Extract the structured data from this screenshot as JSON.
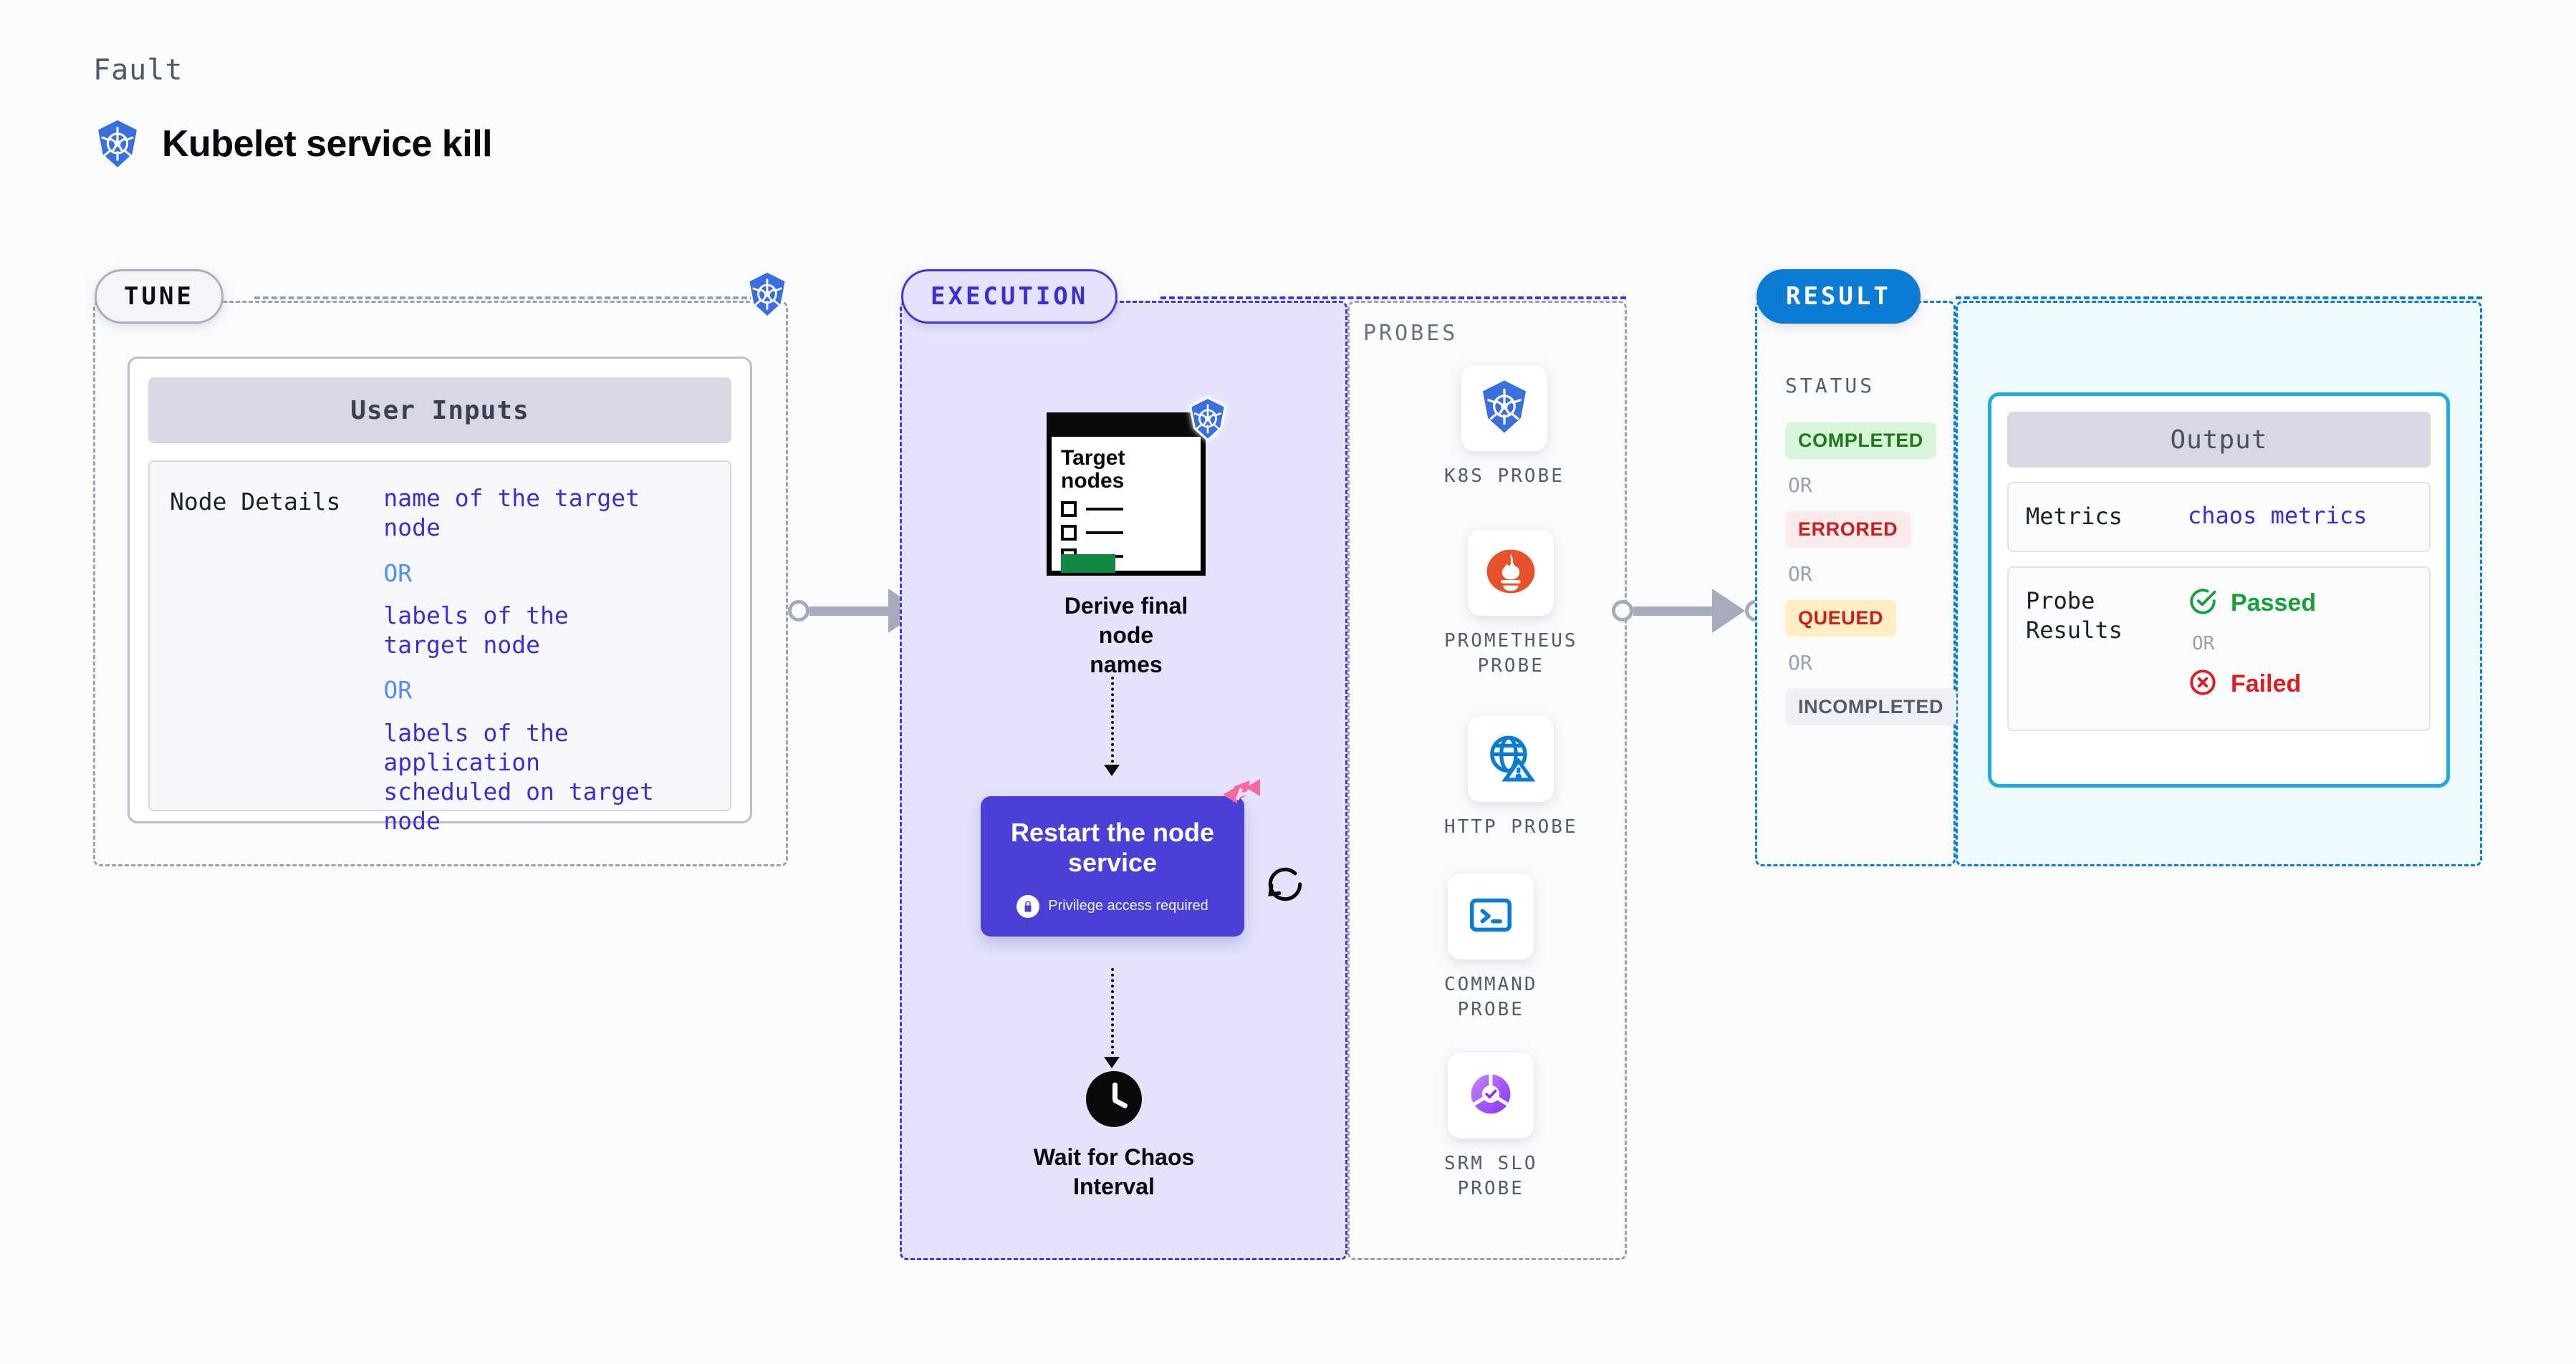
{
  "header": {
    "eyebrow": "Fault",
    "title": "Kubelet service kill",
    "icon": "kubernetes-icon"
  },
  "tune": {
    "pill_label": "TUNE",
    "corner_icon": "kubernetes-icon",
    "card": {
      "title": "User Inputs",
      "rows": [
        {
          "key": "Node Details",
          "values": [
            "name of the target",
            "node"
          ],
          "or_label": "OR",
          "values2": [
            "labels of the",
            "target node"
          ],
          "or_label2": "OR",
          "values3": [
            "labels of the application",
            " scheduled on target node"
          ]
        }
      ]
    }
  },
  "execution": {
    "pill_label": "EXECUTION",
    "steps": [
      {
        "caption": "Derive final node\nnames",
        "icon": "document-checklist-icon",
        "doc_title": "Target\nnodes",
        "badge": "kubernetes-icon"
      },
      {
        "caption": "Restart the node\nservice",
        "sub_label": "Privilege access required",
        "sub_icon": "lock-icon",
        "badge": "litmus-chaos-icon",
        "side_icon": "refresh-icon"
      },
      {
        "caption": "Wait for Chaos\nInterval",
        "icon": "clock-icon"
      }
    ]
  },
  "probes": {
    "label": "PROBES",
    "items": [
      {
        "name": "K8S  PROBE",
        "icon": "kubernetes-icon"
      },
      {
        "name": "PROMETHEUS\nPROBE",
        "icon": "prometheus-icon"
      },
      {
        "name": "HTTP  PROBE",
        "icon": "globe-warning-icon"
      },
      {
        "name": "COMMAND\nPROBE",
        "icon": "terminal-icon"
      },
      {
        "name": "SRM  SLO\nPROBE",
        "icon": "srm-slo-icon"
      }
    ]
  },
  "result": {
    "pill_label": "RESULT",
    "status_label": "STATUS",
    "or_label": "OR",
    "statuses": [
      {
        "label": "COMPLETED",
        "color": "#1b7a1b",
        "bg": "#d9f5d9"
      },
      {
        "label": "ERRORED",
        "color": "#c91f1f",
        "bg": "#fdeaea"
      },
      {
        "label": "QUEUED",
        "color": "#c91f1f",
        "bg": "#fdeec4"
      },
      {
        "label": "INCOMPLETED",
        "color": "#555b6b",
        "bg": "#eef0f5"
      }
    ],
    "output": {
      "title": "Output",
      "metrics_key": "Metrics",
      "metrics_value": "chaos metrics",
      "probe_results_key": "Probe\nResults",
      "passed_label": "Passed",
      "failed_label": "Failed",
      "or_label": "OR",
      "passed_icon": "check-circle-icon",
      "failed_icon": "x-circle-icon"
    }
  },
  "colors": {
    "k8s_blue": "#3a6fe0",
    "exec_purple": "#4338d6",
    "action_node": "#4a3fd6",
    "result_blue": "#0b7bd4",
    "output_cyan": "#1eabe3",
    "litmus_pink": "#f9689e",
    "prometheus_orange": "#e6522c"
  }
}
